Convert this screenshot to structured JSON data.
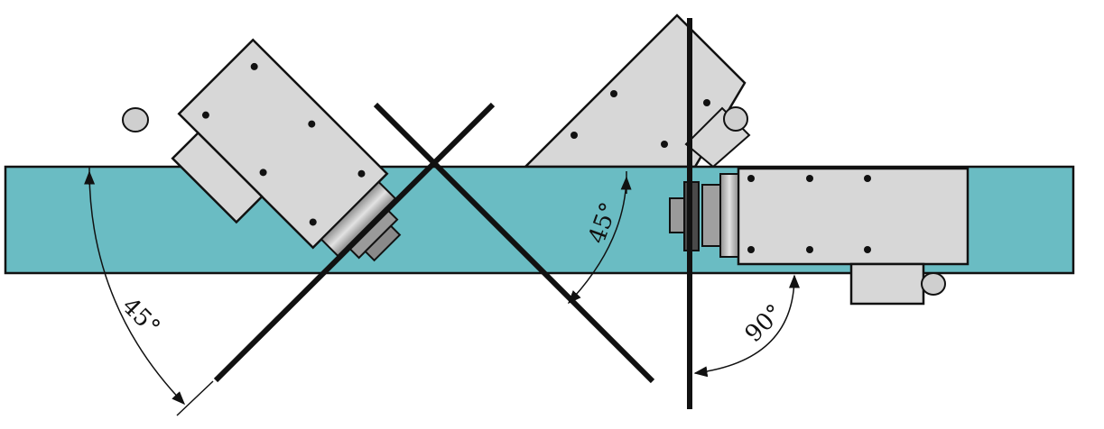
{
  "diagram": {
    "colors": {
      "beam": "#6abcc3",
      "housing": "#d7d7d7",
      "outline": "#111111",
      "hub": "#b3b3b3",
      "background": "#ffffff"
    },
    "angles": {
      "left": "45°",
      "middle": "45°",
      "right": "90°"
    }
  }
}
